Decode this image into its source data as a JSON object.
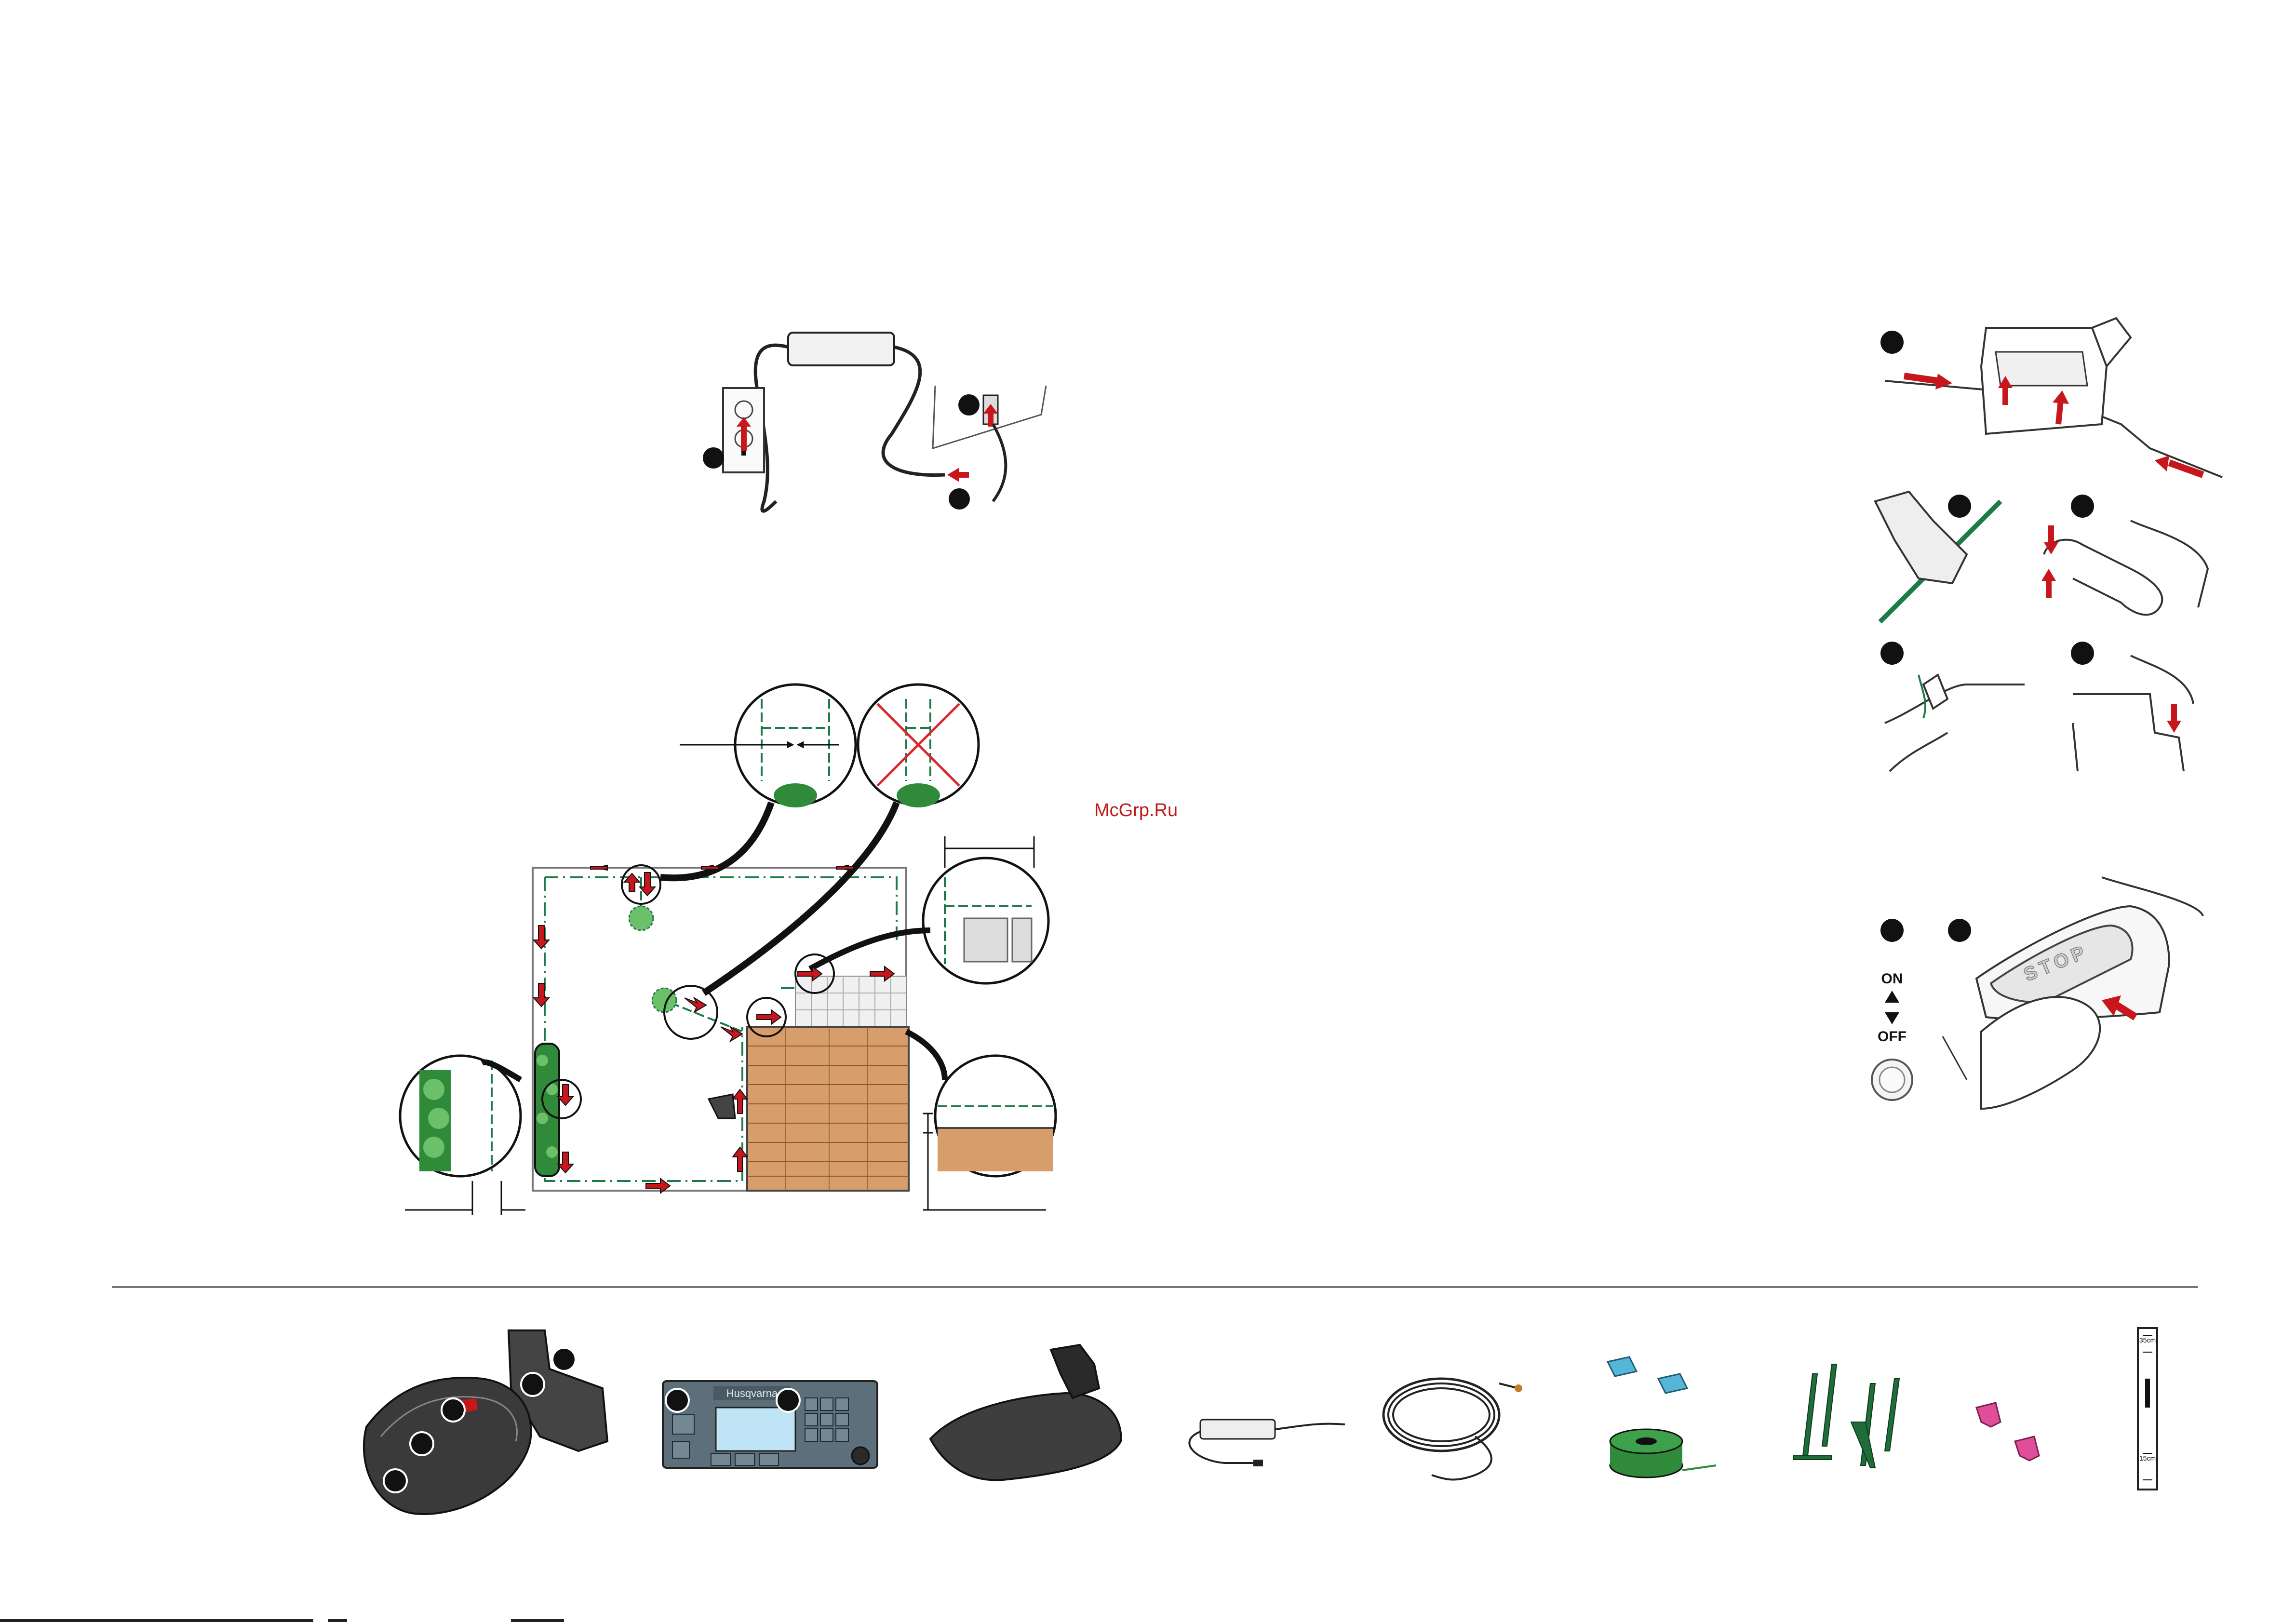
{
  "watermark": "McGrp.Ru",
  "switch": {
    "on_label": "ON",
    "off_label": "OFF"
  },
  "stop_label": "STOP",
  "control_panel": {
    "brand": "Husqvarna"
  },
  "ruler": {
    "top_mark": "35cm",
    "mid_mark": "15cm"
  },
  "colors": {
    "accent_arrow": "#c8161d",
    "wire": "#1f7a4a",
    "lawn_stone": "#d79e6c",
    "hedge": "#2f8b3a"
  },
  "icons": [
    "power-outlet-icon",
    "power-supply-icon",
    "charging-station-icon",
    "arrow-icon",
    "stop-button-icon",
    "mower-icon",
    "staple-icon",
    "connector-icon"
  ]
}
